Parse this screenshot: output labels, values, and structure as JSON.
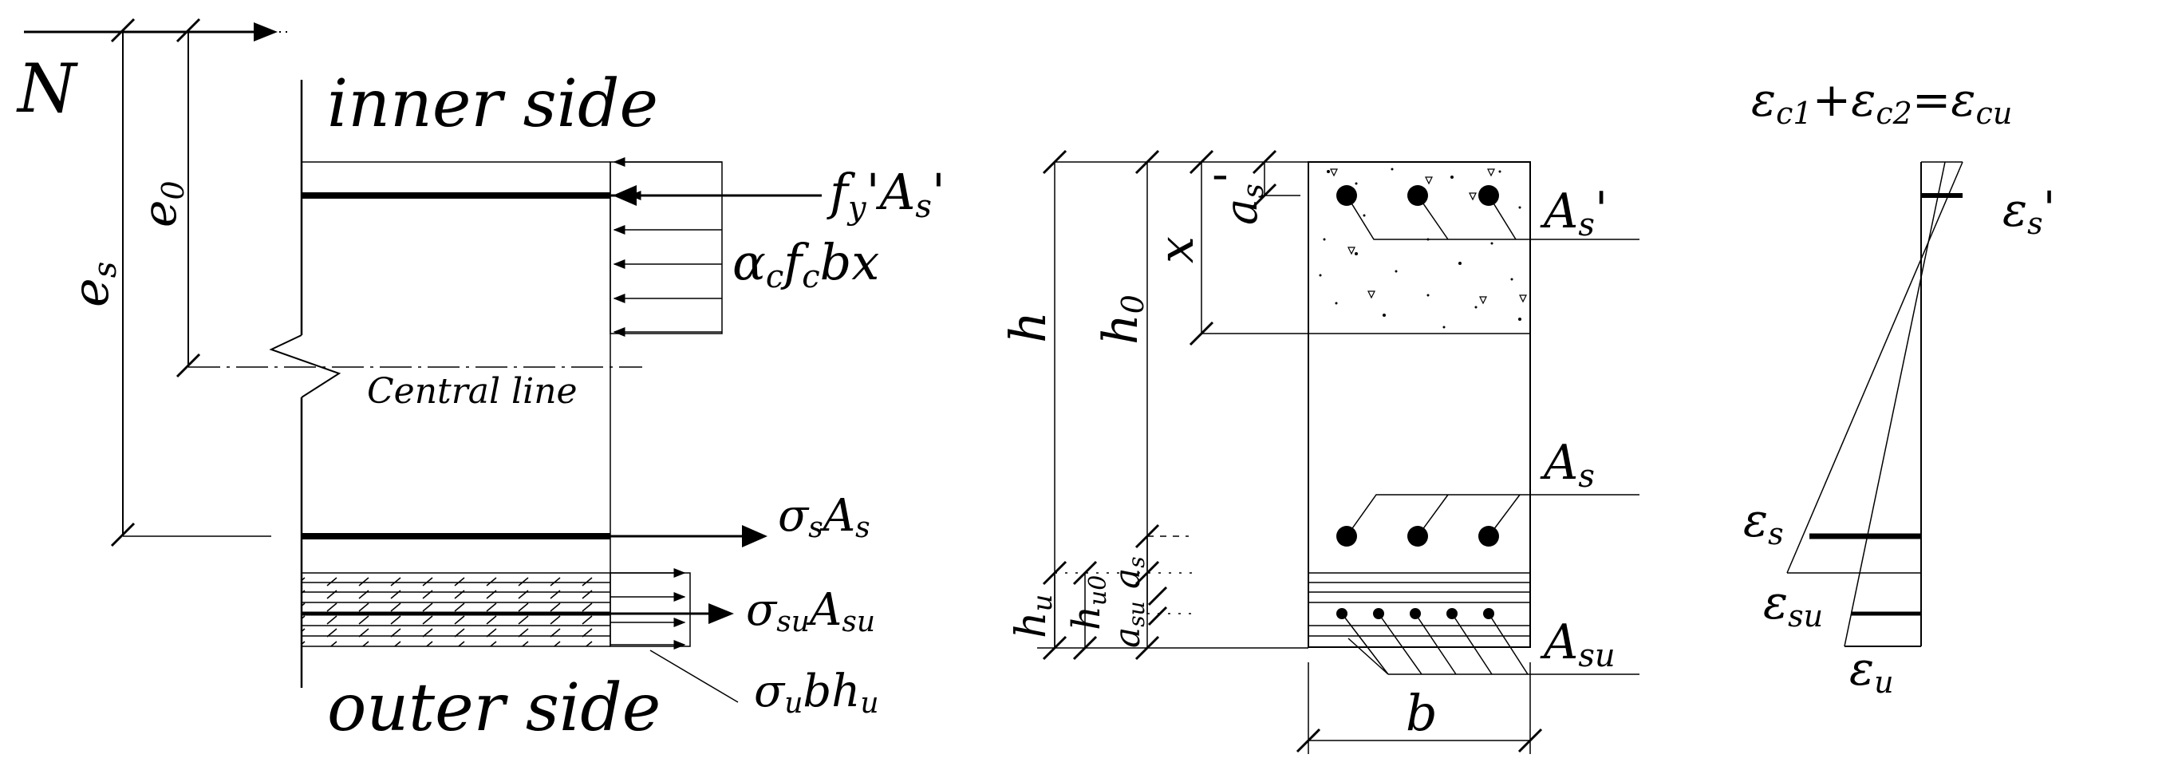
{
  "left_panel": {
    "axial_force": "N",
    "ecc_total": "e",
    "ecc_total_sub": "s",
    "ecc_initial": "e",
    "ecc_initial_sub": "0",
    "inner_side": "inner side",
    "outer_side": "outer side",
    "central_line": "Central line",
    "force_top_steel": "f",
    "force_top_steel_sub": "y",
    "force_top_steel_rest": "'A",
    "force_top_steel_sub2": "s",
    "force_top_steel_prime": "'",
    "force_concrete_alpha": "α",
    "force_concrete_alpha_sub": "c",
    "force_concrete_f": "f",
    "force_concrete_f_sub": "c",
    "force_concrete_bx": "bx",
    "force_steel_sigma": "σ",
    "force_steel_sigma_sub": "s",
    "force_steel_A": "A",
    "force_steel_A_sub": "s",
    "force_uhpc_sigma": "σ",
    "force_uhpc_sigma_sub": "su",
    "force_uhpc_A": "A",
    "force_uhpc_A_sub": "su",
    "force_layer_sigma": "σ",
    "force_layer_sigma_sub": "u",
    "force_layer_bh": "bh",
    "force_layer_bh_sub": "u"
  },
  "middle_panel": {
    "dim_h": "h",
    "dim_h0": "h",
    "dim_h0_sub": "0",
    "dim_x": "x",
    "dim_as_top": "a",
    "dim_as_top_sub": "s",
    "dim_as_top_prime": "'",
    "dim_hu": "h",
    "dim_hu_sub": "u",
    "dim_hu0": "h",
    "dim_hu0_sub": "u0",
    "dim_as": "a",
    "dim_as_sub": "s",
    "dim_asu": "a",
    "dim_asu_sub": "su",
    "steel_top": "A",
    "steel_top_sub": "s",
    "steel_top_prime": "'",
    "steel_bottom": "A",
    "steel_bottom_sub": "s",
    "steel_uhpc": "A",
    "steel_uhpc_sub": "su",
    "width_b": "b"
  },
  "right_panel": {
    "top_eq_e1": "ε",
    "top_eq_e1_sub": "c1",
    "top_eq_plus": "+",
    "top_eq_e2": "ε",
    "top_eq_e2_sub": "c2",
    "top_eq_eq": "=",
    "top_eq_ecu": "ε",
    "top_eq_ecu_sub": "cu",
    "strain_top_steel": "ε",
    "strain_top_steel_sub": "s",
    "strain_top_steel_prime": "'",
    "strain_steel": "ε",
    "strain_steel_sub": "s",
    "strain_uhpc_steel": "ε",
    "strain_uhpc_steel_sub": "su",
    "strain_uhpc": "ε",
    "strain_uhpc_sub": "u"
  }
}
